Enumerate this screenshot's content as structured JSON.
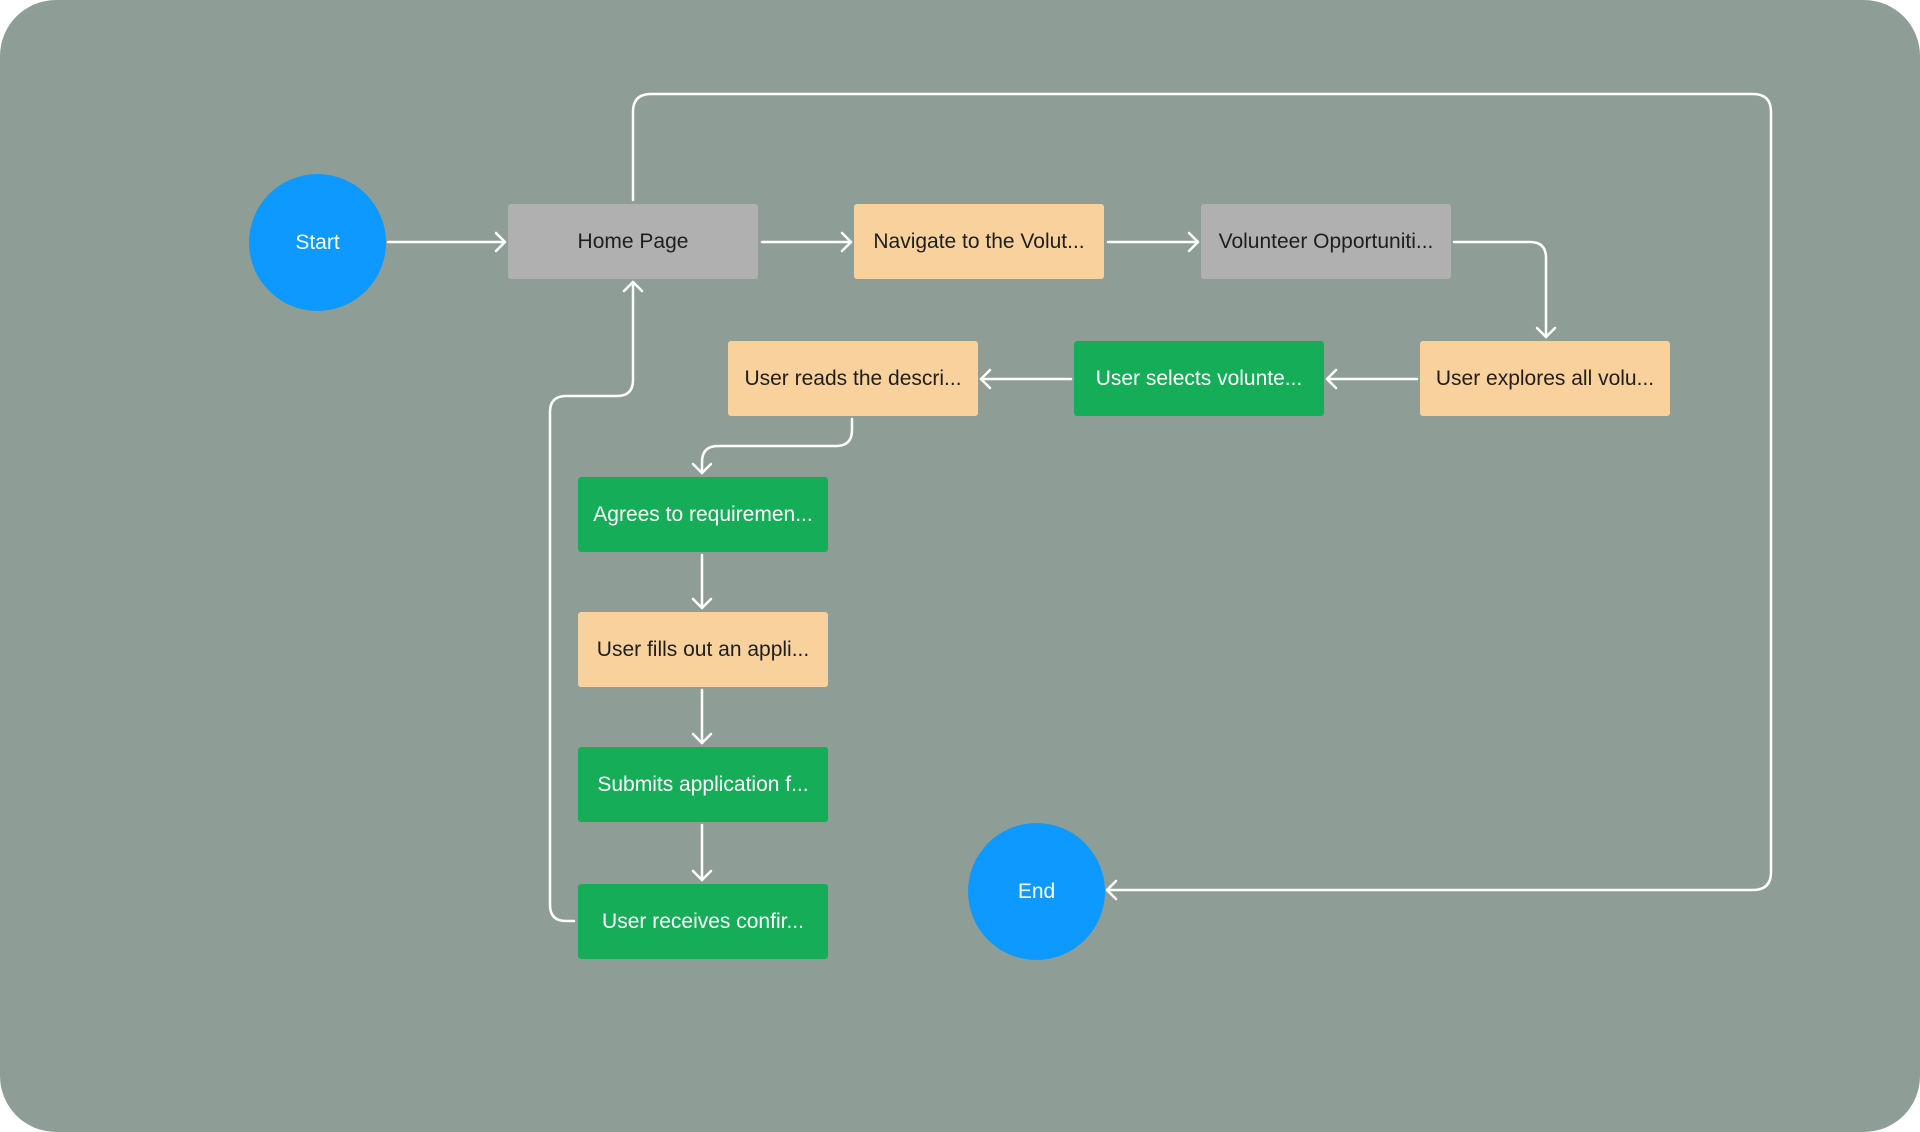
{
  "colors": {
    "background": "#8e9e97",
    "connector": "#ffffff",
    "terminal": "#0d99ff",
    "screen": "#b0b0b0",
    "action": "#f9d19c",
    "decision": "#16ad58"
  },
  "nodes": {
    "start": "Start",
    "home": "Home Page",
    "navigate": "Navigate to the Volut...",
    "opportunities": "Volunteer Opportuniti...",
    "explores": "User explores all volu...",
    "selects": "User selects volunte...",
    "reads": "User reads the descri...",
    "agrees": "Agrees to requiremen...",
    "fills": "User fills out an appli...",
    "submits": "Submits application f...",
    "receives": "User receives confir...",
    "end": "End"
  }
}
